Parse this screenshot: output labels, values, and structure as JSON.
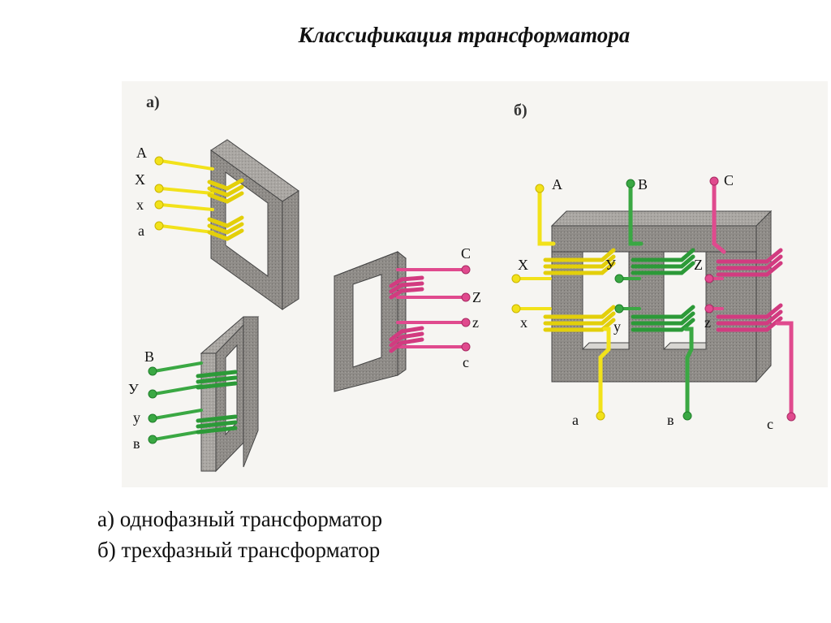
{
  "title": "Классификация трансформатора",
  "figure": {
    "panel_a_label": "а)",
    "panel_b_label": "б)",
    "single_phase": {
      "phase_a": {
        "labels": [
          "A",
          "X",
          "x",
          "a"
        ],
        "color": "#f2e21a"
      },
      "phase_b": {
        "labels": [
          "B",
          "У",
          "y",
          "в"
        ],
        "color": "#3aa843"
      },
      "phase_c": {
        "labels": [
          "C",
          "Z",
          "z",
          "c"
        ],
        "color": "#e04a8e"
      }
    },
    "three_phase": {
      "top_labels": [
        "A",
        "B",
        "C"
      ],
      "mid_upper_labels": [
        "X",
        "У",
        "Z"
      ],
      "mid_lower_labels": [
        "x",
        "y",
        "z"
      ],
      "bottom_labels": [
        "a",
        "в",
        "c"
      ]
    },
    "core_color": "#8f8c88"
  },
  "caption": {
    "line1": "а) однофазный трансформатор",
    "line2": "б) трехфазный трансформатор"
  }
}
